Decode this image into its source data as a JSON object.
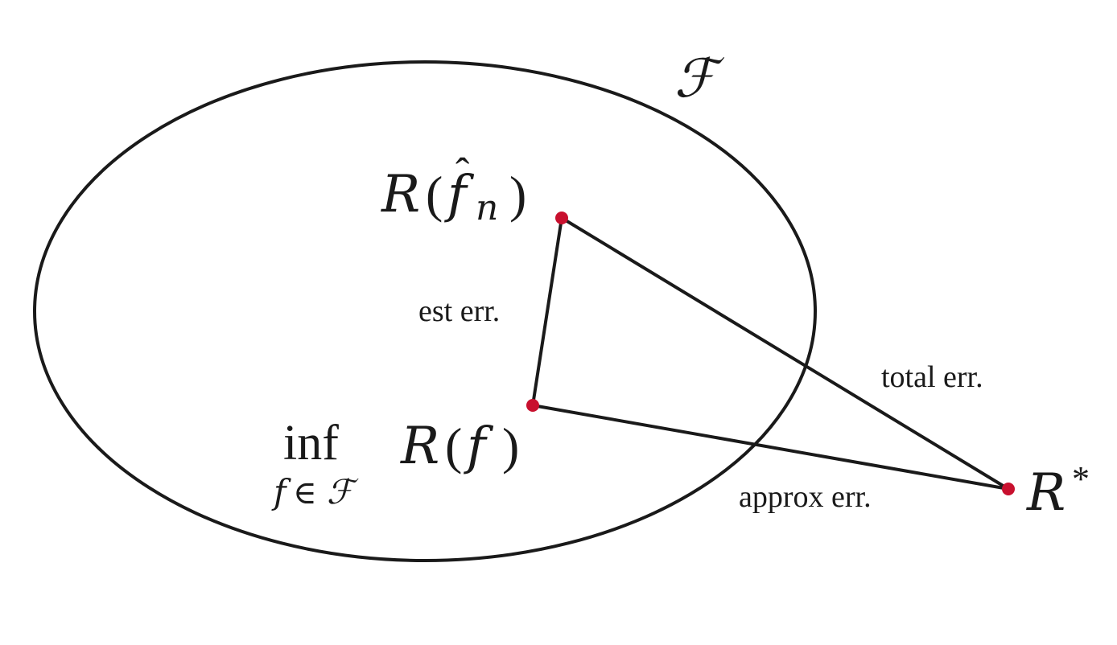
{
  "set": {
    "symbol": "ℱ"
  },
  "points": {
    "estimate": {
      "name": "R",
      "open": "(",
      "func": "f",
      "hat": "ˆ",
      "sub": "n",
      "close": ")"
    },
    "best_in_class": {
      "inf": "inf",
      "inf_sub_f": "f",
      "inf_sub_in": "∈",
      "inf_sub_set": "ℱ",
      "name": "R",
      "open": "(",
      "func": "f",
      "close": ")"
    },
    "bayes": {
      "name": "R",
      "sup": "*"
    }
  },
  "edges": {
    "estimation": "est err.",
    "approximation": "approx err.",
    "total": "total err."
  },
  "colors": {
    "stroke": "#1a1a1a",
    "point": "#c8102e"
  }
}
